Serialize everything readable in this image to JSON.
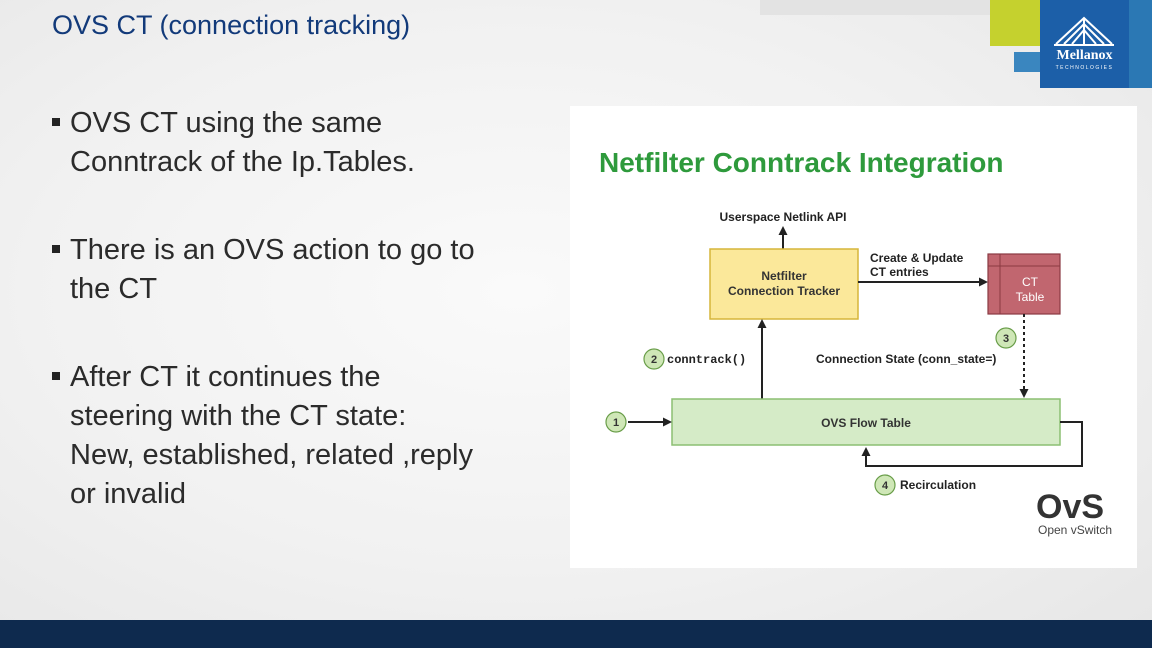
{
  "slide": {
    "title": "OVS CT (connection tracking)"
  },
  "logo": {
    "name": "Mellanox",
    "subtitle": "TECHNOLOGIES",
    "icon": "bridge-icon"
  },
  "bullets": [
    {
      "lines": [
        "OVS CT using the same",
        "Conntrack of the Ip.Tables."
      ]
    },
    {
      "lines": [
        "There is an OVS action to go to",
        "the CT"
      ]
    },
    {
      "lines": [
        "After CT it continues the",
        "steering with the CT state:",
        "New, established, related ,reply",
        "or invalid"
      ]
    }
  ],
  "diagram": {
    "title": "Netfilter Conntrack Integration",
    "userspace_api": "Userspace Netlink API",
    "tracker": {
      "line1": "Netfilter",
      "line2": "Connection Tracker"
    },
    "create_update": {
      "line1": "Create & Update",
      "line2": "CT entries"
    },
    "ct_table": {
      "line1": "CT",
      "line2": "Table"
    },
    "conntrack_call": "conntrack()",
    "connection_state": "Connection State (conn_state=)",
    "flow_table": "OVS Flow Table",
    "recirculation": "Recirculation",
    "steps": [
      "1",
      "2",
      "3",
      "4"
    ],
    "ovs_logo": {
      "mark": "OvS",
      "caption": "Open vSwitch"
    },
    "colors": {
      "title": "#2e9a3c",
      "tracker_fill": "#fbe89a",
      "tracker_border": "#d6b63a",
      "ct_table_fill": "#c1666f",
      "flow_fill": "#d5ebc7",
      "flow_border": "#8cbf72",
      "step_fill": "#cfe7b7"
    }
  },
  "colors": {
    "title_text": "#123a7a",
    "footer": "#0e2a4e",
    "logo_bg": "#1c5fa8",
    "accent_green": "#c5d12e"
  }
}
